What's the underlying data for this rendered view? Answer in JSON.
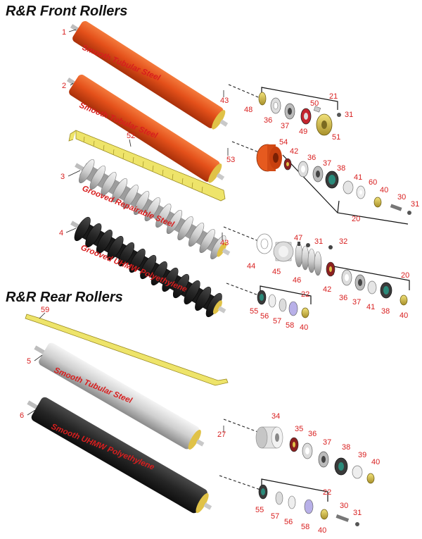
{
  "headings": {
    "front": "R&R Front Rollers",
    "rear": "R&R Rear Rollers"
  },
  "roller_labels": {
    "r1": "Smooth Tubular Steel",
    "r2": "Smooth Tubular Steel",
    "r3": "Grooved Repairable Steel",
    "r4": "Grooved UHMW Polyethylene",
    "r5": "Smooth Tubular Steel",
    "r6": "Smooth UHMW Polyethylene"
  },
  "part_numbers": {
    "n1": "1",
    "n2": "2",
    "n3": "3",
    "n4": "4",
    "n5": "5",
    "n6": "6",
    "n21": "21",
    "n43a": "43",
    "n48": "48",
    "n36a": "36",
    "n37a": "37",
    "n49": "49",
    "n50": "50",
    "n31a": "31",
    "n51": "51",
    "n52": "52",
    "n53": "53",
    "n54": "54",
    "n42a": "42",
    "n36b": "36",
    "n37b": "37",
    "n38a": "38",
    "n41a": "41",
    "n60": "60",
    "n40a": "40",
    "n30a": "30",
    "n31b": "31",
    "n20a": "20",
    "n43b": "43",
    "n44": "44",
    "n45": "45",
    "n47": "47",
    "n31c": "31",
    "n32": "32",
    "n46": "46",
    "n20b": "20",
    "n42b": "42",
    "n36c": "36",
    "n37c": "37",
    "n41b": "41",
    "n38b": "38",
    "n40b": "40",
    "n22a": "22",
    "n55a": "55",
    "n56a": "56",
    "n57a": "57",
    "n58a": "58",
    "n40c": "40",
    "n59": "59",
    "n27": "27",
    "n34": "34",
    "n35": "35",
    "n36d": "36",
    "n37d": "37",
    "n38c": "38",
    "n39": "39",
    "n40d": "40",
    "n22b": "22",
    "n55b": "55",
    "n57b": "57",
    "n56b": "56",
    "n58b": "58",
    "n40e": "40",
    "n30b": "30",
    "n31d": "31"
  },
  "colors": {
    "orange": "#e9511d",
    "orange_dark": "#b8380c",
    "silver": "#d6d6d6",
    "black_roller": "#2b2b2b",
    "brass": "#d9c24a",
    "callout_red": "#d81e1e",
    "yellow_bar": "#eee46a"
  }
}
